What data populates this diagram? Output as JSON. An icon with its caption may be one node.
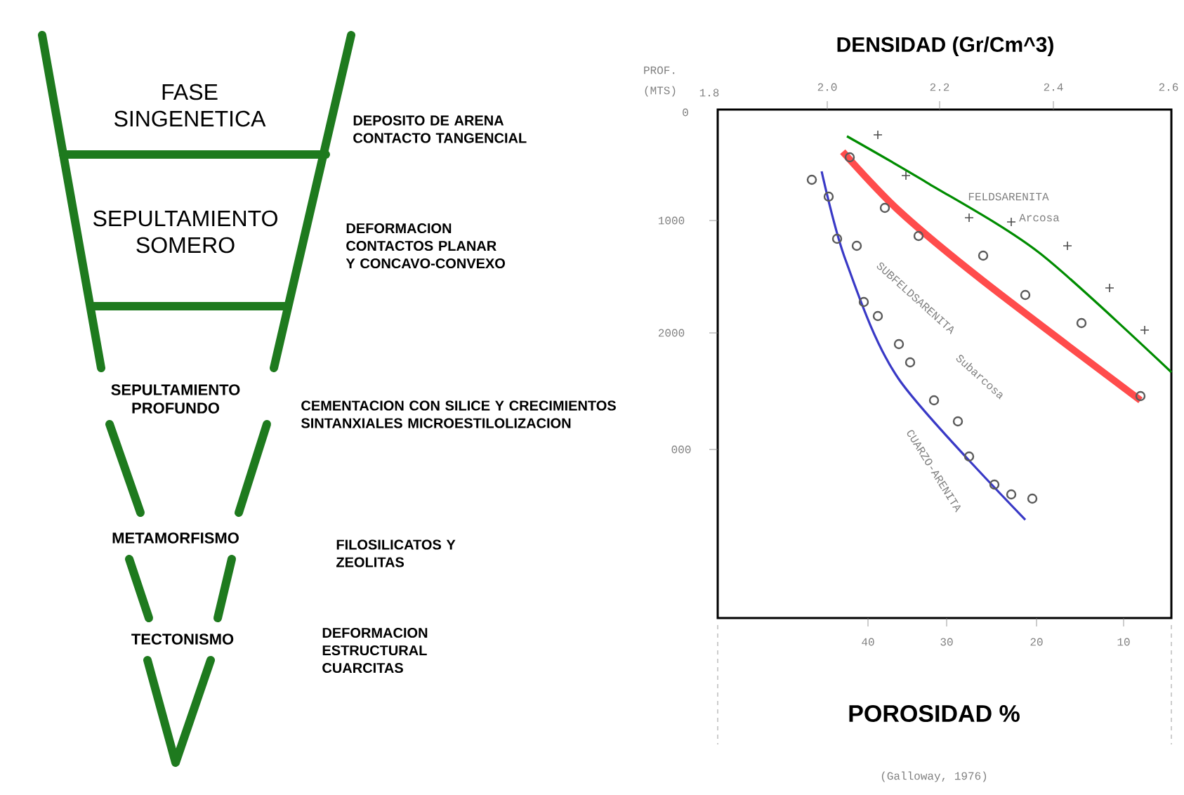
{
  "diagram": {
    "nodes": [
      {
        "text": [
          "FASE SINGENETICA"
        ]
      },
      {
        "text": [
          "SEPULTAMIENTO SOMERO"
        ]
      },
      {
        "text": [
          "SEPULTAMIENTO PROFUNDO"
        ]
      },
      {
        "text": [
          "METAMORFISMO"
        ]
      },
      {
        "text": [
          "TECTONISMO"
        ]
      }
    ],
    "labels": [
      "DEPOSITO DE ARENA CONTACTO TANGENCIAL",
      "DEFORMACION CONTACTOS PLANAR Y CONCAVO-CONVEXO",
      "CEMENTACION CON SILICE Y CRECIMIENTOS SINTANXIALES MICROESTILOLIZACION",
      "FILOSILICATOS Y ZEOLITAS",
      "DEFORMACION ESTRUCTURAL CUARCITAS",
      "DENSIDAD (Gr/Cm^3)",
      "PROF.",
      "(MTS)",
      "1.8",
      "2.0",
      "2.2",
      "2.4",
      "2.6",
      "0",
      "1000",
      "FELDSARENITA",
      "Arcosa",
      "2000",
      "SUBFELDSARENITA",
      "Subarcosa",
      "000",
      "CUARZO-ARENITA",
      "40",
      "30",
      "20",
      "10",
      "POROSIDAD %",
      "(Galloway, 1976)"
    ]
  }
}
